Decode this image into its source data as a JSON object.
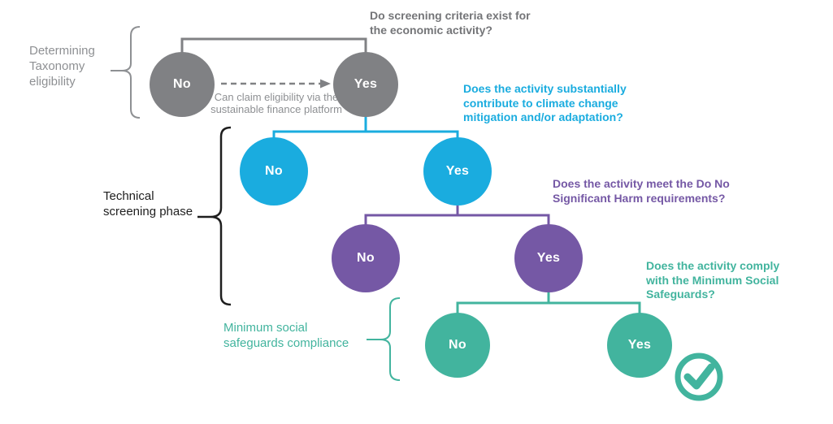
{
  "colors": {
    "gray": "#808184",
    "gray_text": "#747578",
    "gray_light": "#8E9093",
    "dark": "#1E1E1E",
    "blue": "#1AACDF",
    "purple": "#7558A5",
    "teal": "#42B49E"
  },
  "phase_labels": [
    {
      "id": "eligibility",
      "text": "Determining\nTaxonomy\neligibility"
    },
    {
      "id": "technical",
      "text": "Technical\nscreening phase"
    },
    {
      "id": "safeguards",
      "text": "Minimum social\nsafeguards compliance"
    }
  ],
  "questions": [
    {
      "id": "screening-criteria",
      "text": "Do screening criteria exist for\nthe economic activity?"
    },
    {
      "id": "substantial-contribution",
      "text": "Does the activity substantially\ncontribute to climate change\nmitigation and/or adaptation?"
    },
    {
      "id": "do-no-significant-harm",
      "text": "Does the activity meet the Do No\nSignificant Harm requirements?"
    },
    {
      "id": "minimum-social-safeguards",
      "text": "Does the activity comply\nwith the Minimum Social\nSafeguards?"
    }
  ],
  "nodes": [
    {
      "id": "eligibility-no",
      "label": "No"
    },
    {
      "id": "eligibility-yes",
      "label": "Yes"
    },
    {
      "id": "contribution-no",
      "label": "No"
    },
    {
      "id": "contribution-yes",
      "label": "Yes"
    },
    {
      "id": "dnsh-no",
      "label": "No"
    },
    {
      "id": "dnsh-yes",
      "label": "Yes"
    },
    {
      "id": "safeguards-no",
      "label": "No"
    },
    {
      "id": "safeguards-yes",
      "label": "Yes"
    }
  ],
  "annotations": {
    "claim_eligibility": "Can claim eligibility via the\nsustainable finance platform"
  },
  "icons": {
    "approved": "check-circle-icon"
  }
}
